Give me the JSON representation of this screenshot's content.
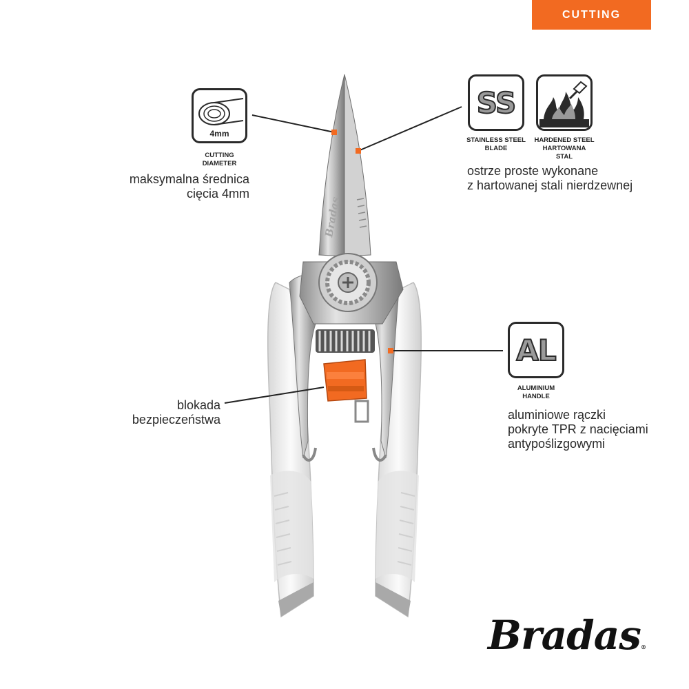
{
  "category": "CUTTING",
  "features": {
    "cutting_diameter": {
      "icon": "cutting-diameter-icon",
      "icon_label": "4mm",
      "caption_line1": "CUTTING",
      "caption_line2": "DIAMETER",
      "desc_line1": "maksymalna średnica",
      "desc_line2": "cięcia 4mm"
    },
    "stainless_steel": {
      "icon": "stainless-steel-icon",
      "icon_text": "SS",
      "caption_line1": "STAINLESS STEEL",
      "caption_line2": "BLADE"
    },
    "hardened_steel": {
      "icon": "flame-icon",
      "caption_line1": "HARDENED STEEL",
      "caption_line2": "HARTOWANA",
      "caption_line3": "STAL"
    },
    "blade_desc_line1": "ostrze proste wykonane",
    "blade_desc_line2": "z hartowanej stali nierdzewnej",
    "aluminium": {
      "icon": "aluminium-icon",
      "icon_text": "AL",
      "caption_line1": "ALUMINIUM",
      "caption_line2": "HANDLE",
      "desc_line1": "aluminiowe rączki",
      "desc_line2": "pokryte TPR z nacięciami",
      "desc_line3": "antypoślizgowymi"
    },
    "lock": {
      "desc_line1": "blokada",
      "desc_line2": "bezpieczeństwa"
    }
  },
  "brand": {
    "name": "Bradas",
    "mark": "®",
    "blade_engraving": "Bradas"
  },
  "colors": {
    "accent": "#f26a21",
    "handle": "#f2f2f2",
    "steel": "#c9c9c9"
  }
}
